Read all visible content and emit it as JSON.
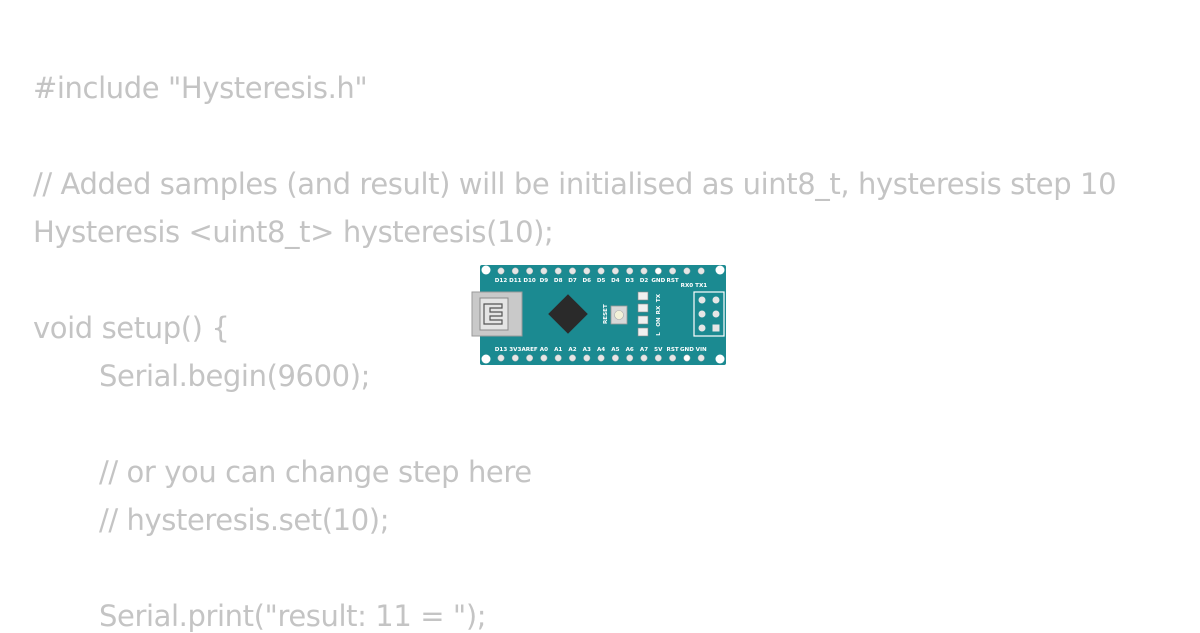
{
  "code": {
    "lines": [
      "#include \"Hysteresis.h\"",
      "// Added samples (and result) will be initialised as uint8_t, hysteresis step 10",
      "Hysteresis <uint8_t> hysteresis(10);",
      "void setup() {",
      "Serial.begin(9600);",
      "// or you can change step here",
      "// hysteresis.set(10);",
      "Serial.print(\"result: 11 = \");"
    ]
  },
  "board": {
    "top_pins": [
      "D12",
      "D11",
      "D10",
      "D9",
      "D8",
      "D7",
      "D6",
      "D5",
      "D4",
      "D3",
      "D2",
      "GND",
      "RST",
      "RX0",
      "TX1"
    ],
    "bottom_pins": [
      "D13",
      "3V3",
      "AREF",
      "A0",
      "A1",
      "A2",
      "A3",
      "A4",
      "A5",
      "A6",
      "A7",
      "5V",
      "RST",
      "GND",
      "VIN"
    ],
    "reset_label": "RESET",
    "led_labels": [
      "TX",
      "RX",
      "ON",
      "L"
    ],
    "colors": {
      "pcb": "#1b8a91",
      "chip": "#2a2a2a",
      "usb": "#c9c9c9",
      "text": "#c4c4c4"
    }
  }
}
